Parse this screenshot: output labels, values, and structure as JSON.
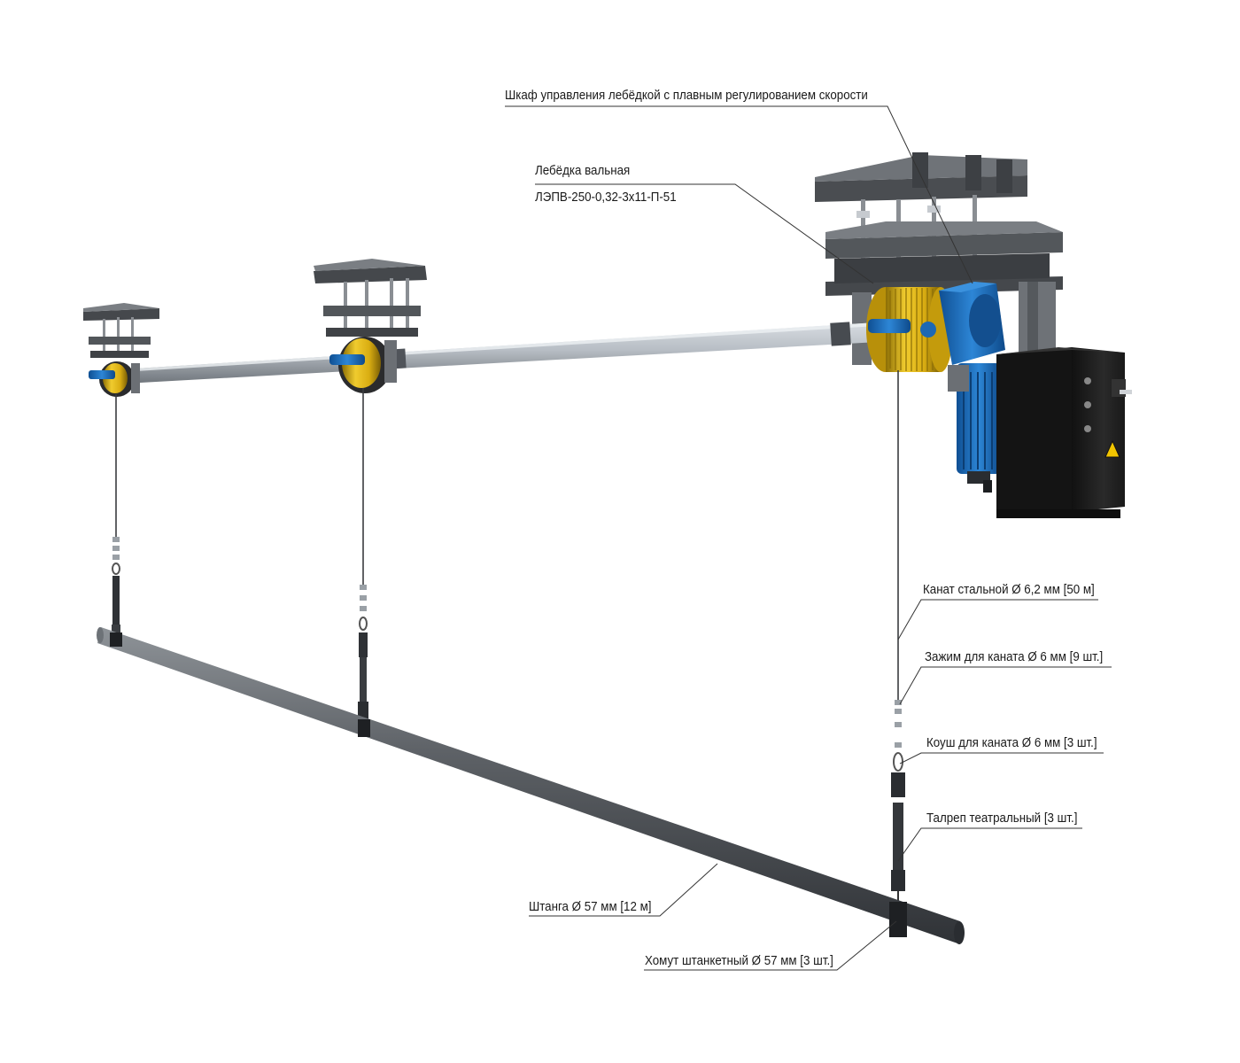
{
  "labels": {
    "control_cabinet": "Шкаф управления лебёдкой с плавным регулированием скорости",
    "winch_line1": "Лебёдка вальная",
    "winch_line2": "ЛЭПВ-250-0,32-3х11-П-51",
    "steel_rope": "Канат стальной Ø 6,2 мм [50 м]",
    "rope_clamp": "Зажим для каната Ø 6 мм [9 шт.]",
    "thimble": "Коуш для каната Ø 6 мм [3 шт.]",
    "turnbuckle": "Талреп театральный [3 шт.]",
    "batten": "Штанга Ø 57 мм [12 м]",
    "batten_clamp": "Хомут штанкетный Ø 57 мм [3 шт.]"
  },
  "colors": {
    "winch_motor": "#1a6fc0",
    "drum": "#e0b81c",
    "steel": "#5a5d61",
    "cabinet": "#1e1e1e",
    "shaft": "#a7adb3",
    "warning": "#f2c500"
  }
}
